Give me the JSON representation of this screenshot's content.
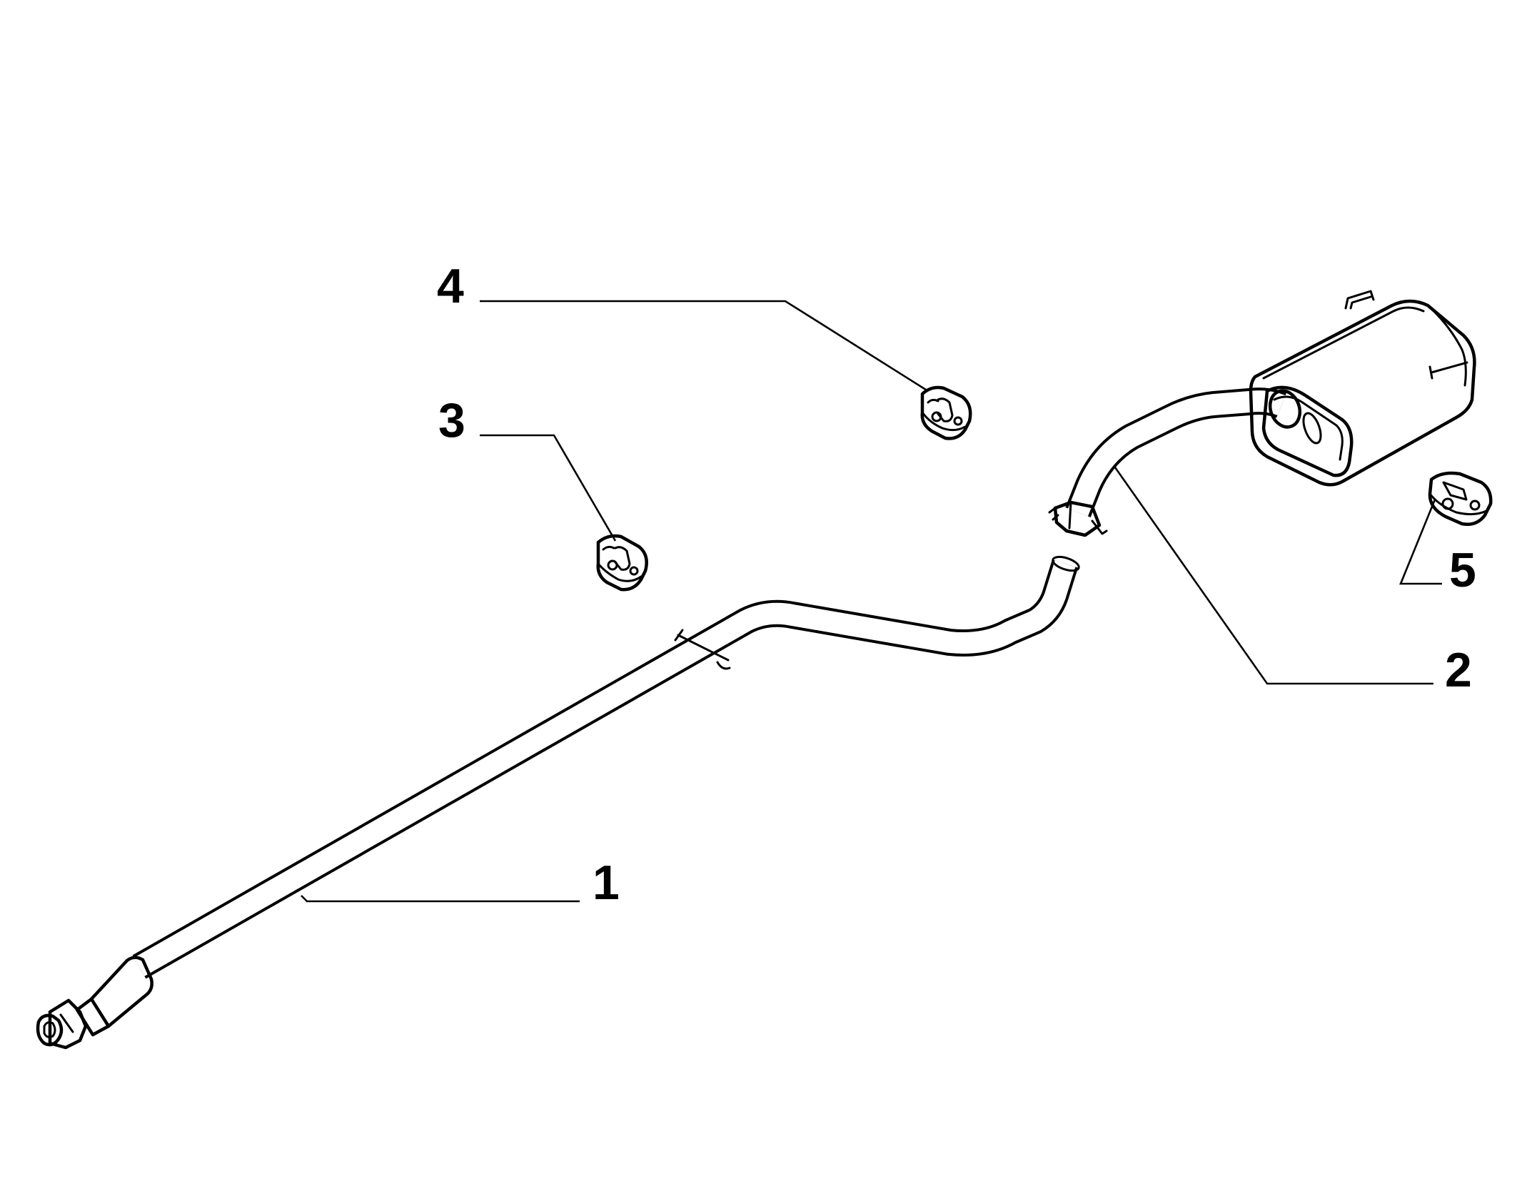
{
  "callouts": [
    {
      "number": "1"
    },
    {
      "number": "2"
    },
    {
      "number": "3"
    },
    {
      "number": "4"
    },
    {
      "number": "5"
    }
  ]
}
